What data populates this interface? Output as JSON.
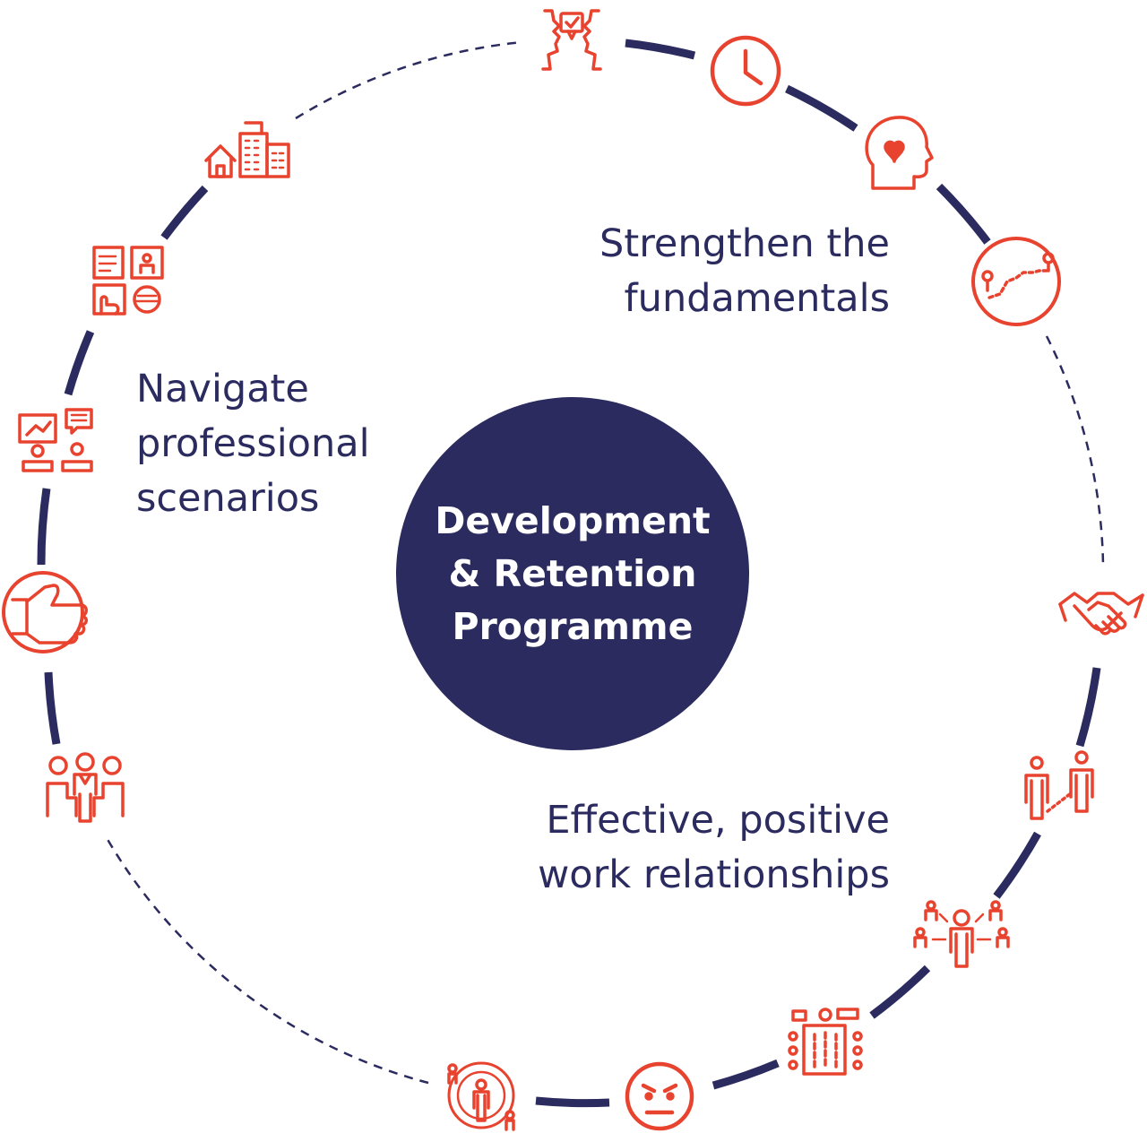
{
  "center": {
    "lines": [
      "Development",
      "& Retention",
      "Programme"
    ],
    "fill": "#2b2b5f",
    "text_color": "#ffffff"
  },
  "themes": [
    {
      "id": "strengthen",
      "lines": [
        "Strengthen the",
        "fundamentals"
      ]
    },
    {
      "id": "navigate",
      "lines": [
        "Navigate",
        "professional",
        "scenarios"
      ]
    },
    {
      "id": "effective",
      "lines": [
        "Effective, positive",
        "work relationships"
      ]
    }
  ],
  "ring_icons": [
    "two-heads-checkmark-icon",
    "clock-icon",
    "head-heart-icon",
    "path-route-icon",
    "handshake-icon",
    "two-people-connection-icon",
    "team-arrows-icon",
    "organization-structure-icon",
    "angry-face-icon",
    "person-target-icon",
    "meeting-group-icon",
    "thumbs-up-icon",
    "presentation-chat-icon",
    "profile-dashboard-icon",
    "buildings-icon"
  ],
  "colors": {
    "accent": "#e8432f",
    "navy": "#2b2b5f"
  }
}
